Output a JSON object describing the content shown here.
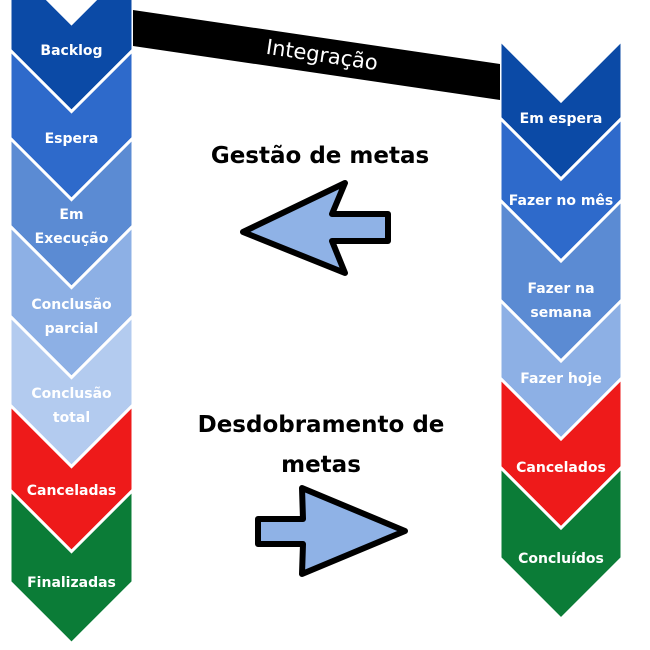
{
  "integration_label": "Integração",
  "titles": {
    "management": "Gestão de metas",
    "breakdown_line1": "Desdobramento de",
    "breakdown_line2": "metas"
  },
  "left_column": [
    {
      "lines": [
        "Backlog"
      ],
      "color": "#0b4aa6"
    },
    {
      "lines": [
        "Espera"
      ],
      "color": "#2e6acb"
    },
    {
      "lines": [
        "Em",
        "Execução"
      ],
      "color": "#5b8bd3"
    },
    {
      "lines": [
        "Conclusão",
        "parcial"
      ],
      "color": "#8db0e5"
    },
    {
      "lines": [
        "Conclusão",
        "total"
      ],
      "color": "#b3cbef"
    },
    {
      "lines": [
        "Canceladas"
      ],
      "color": "#ee1a1a"
    },
    {
      "lines": [
        "Finalizadas"
      ],
      "color": "#0b7c37"
    }
  ],
  "right_column": [
    {
      "lines": [
        "Em espera"
      ],
      "color": "#0b4aa6"
    },
    {
      "lines": [
        "Fazer no mês"
      ],
      "color": "#2e6acb"
    },
    {
      "lines": [
        "Fazer na",
        "semana"
      ],
      "color": "#5b8bd3"
    },
    {
      "lines": [
        "Fazer hoje"
      ],
      "color": "#8db0e5"
    },
    {
      "lines": [
        "Cancelados"
      ],
      "color": "#ee1a1a"
    },
    {
      "lines": [
        "Concluídos"
      ],
      "color": "#0b7c37"
    }
  ],
  "arrow_fill": "#8fb2e6"
}
